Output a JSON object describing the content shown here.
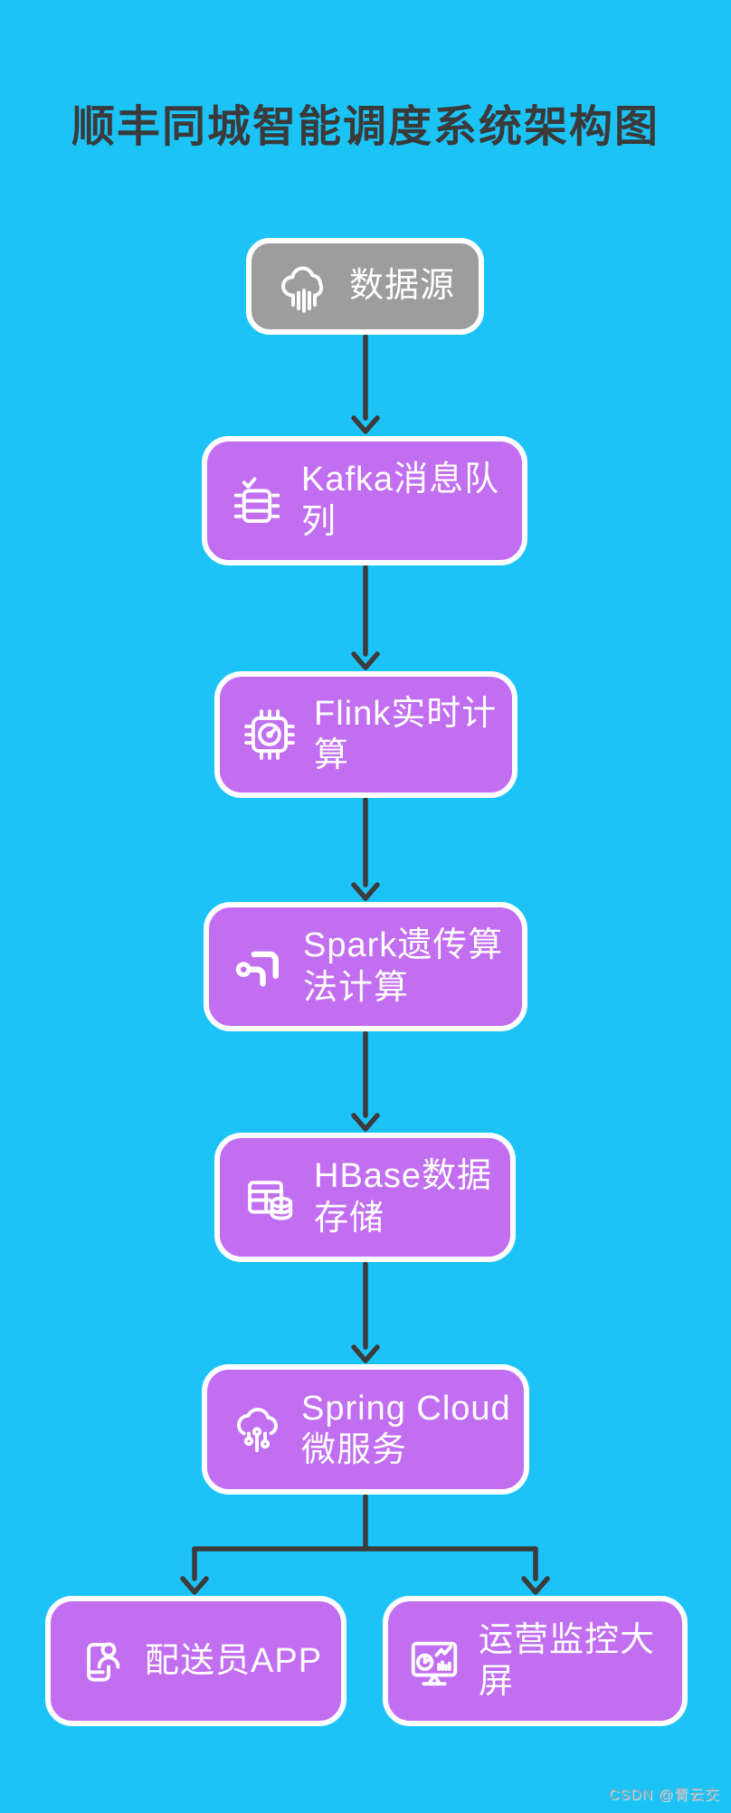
{
  "title": "顺丰同城智能调度系统架构图",
  "watermark": "CSDN @青云交",
  "colors": {
    "background": "#1CC3F7",
    "node_purple": "#C26EF0",
    "node_gray": "#9D9D9D",
    "node_border": "#FFFFFF",
    "node_text": "#FFFFFF",
    "arrow": "#3B3B3B",
    "title_text": "#3A3A3A"
  },
  "nodes": [
    {
      "id": "datasource",
      "label": "数据源",
      "icon": "cloud-data-icon",
      "variant": "gray"
    },
    {
      "id": "kafka",
      "label": "Kafka消息队列",
      "icon": "message-queue-icon",
      "variant": "purple"
    },
    {
      "id": "flink",
      "label": "Flink实时计算",
      "icon": "realtime-chip-icon",
      "variant": "purple"
    },
    {
      "id": "spark",
      "label": "Spark遗传算法计算",
      "icon": "workflow-arrows-icon",
      "variant": "purple"
    },
    {
      "id": "hbase",
      "label": "HBase数据存储",
      "icon": "table-database-icon",
      "variant": "purple"
    },
    {
      "id": "springcloud",
      "label": "Spring Cloud微服务",
      "icon": "cloud-services-icon",
      "variant": "purple"
    },
    {
      "id": "courier_app",
      "label": "配送员APP",
      "icon": "phone-person-icon",
      "variant": "purple"
    },
    {
      "id": "ops_screen",
      "label": "运营监控大屏",
      "icon": "dashboard-monitor-icon",
      "variant": "purple"
    }
  ],
  "edges": [
    {
      "from": "datasource",
      "to": "kafka"
    },
    {
      "from": "kafka",
      "to": "flink"
    },
    {
      "from": "flink",
      "to": "spark"
    },
    {
      "from": "spark",
      "to": "hbase"
    },
    {
      "from": "hbase",
      "to": "springcloud"
    },
    {
      "from": "springcloud",
      "to": "courier_app"
    },
    {
      "from": "springcloud",
      "to": "ops_screen"
    }
  ]
}
